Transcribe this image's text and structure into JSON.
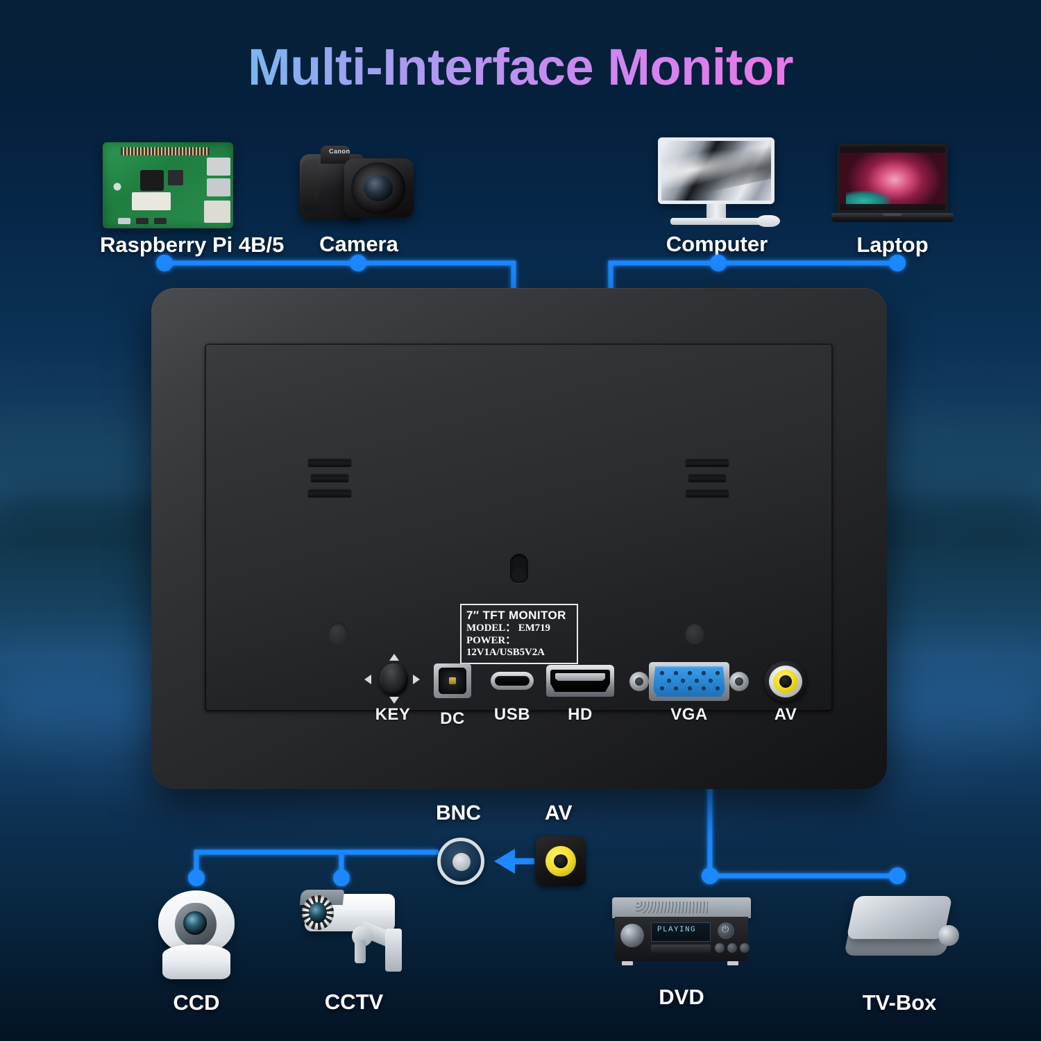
{
  "title": "Multi-Interface Monitor",
  "theme": {
    "wire_blue": "#1e88ff",
    "title_gradient_start": "#3fe0e8",
    "title_gradient_end": "#ff4fd0",
    "background_navy": "#0b3256",
    "vga_blue": "#2b8ad8",
    "av_yellow": "#f2dd2a"
  },
  "top_devices": [
    {
      "label": "Raspberry Pi 4B/5",
      "icon": "raspberry-pi-board"
    },
    {
      "label": "Camera",
      "icon": "dslr-camera"
    },
    {
      "label": "Computer",
      "icon": "desktop-imac"
    },
    {
      "label": "Laptop",
      "icon": "laptop"
    }
  ],
  "bottom_devices": [
    {
      "label": "CCD",
      "icon": "dome-camera"
    },
    {
      "label": "CCTV",
      "icon": "bullet-camera"
    },
    {
      "label": "DVD",
      "icon": "dvd-player",
      "display_text": "PLAYING"
    },
    {
      "label": "TV-Box",
      "icon": "tv-box"
    }
  ],
  "monitor": {
    "spec_label": {
      "line1": "7″ TFT MONITOR",
      "line2": "MODEL： EM719",
      "line3": "POWER：12V1A/USB5V2A"
    },
    "ports": [
      {
        "label": "KEY",
        "icon": "joystick-key"
      },
      {
        "label": "DC",
        "icon": "dc-power-jack"
      },
      {
        "label": "USB",
        "icon": "usb-c-port"
      },
      {
        "label": "HD",
        "icon": "hdmi-port"
      },
      {
        "label": "VGA",
        "icon": "vga-port"
      },
      {
        "label": "AV",
        "icon": "rca-av-port"
      }
    ]
  },
  "connectors": [
    {
      "label": "BNC",
      "icon": "bnc-connector"
    },
    {
      "label": "AV",
      "icon": "rca-av-plug"
    }
  ]
}
